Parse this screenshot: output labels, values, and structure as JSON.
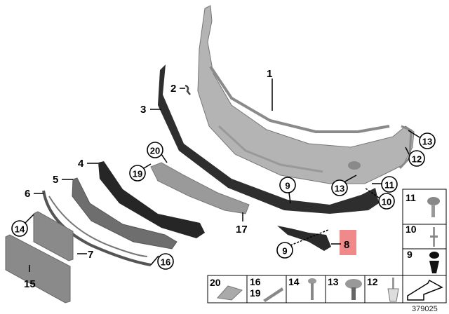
{
  "diagram": {
    "reference_number": "379025",
    "highlight_color": "#f08a8a",
    "callouts": {
      "p1": "1",
      "p2": "2",
      "p3": "3",
      "p4": "4",
      "p5": "5",
      "p6": "6",
      "p7": "7",
      "p8": "8",
      "p9a": "9",
      "p9b": "9",
      "p10": "10",
      "p11": "11",
      "p12": "12",
      "p13a": "13",
      "p13b": "13",
      "p14": "14",
      "p15": "15",
      "p16": "16",
      "p17": "17",
      "p19": "19",
      "p20": "20"
    },
    "legend_side": [
      "11",
      "10",
      "9"
    ],
    "legend_bottom": [
      "20",
      "16",
      "19",
      "14",
      "13",
      "12"
    ]
  }
}
